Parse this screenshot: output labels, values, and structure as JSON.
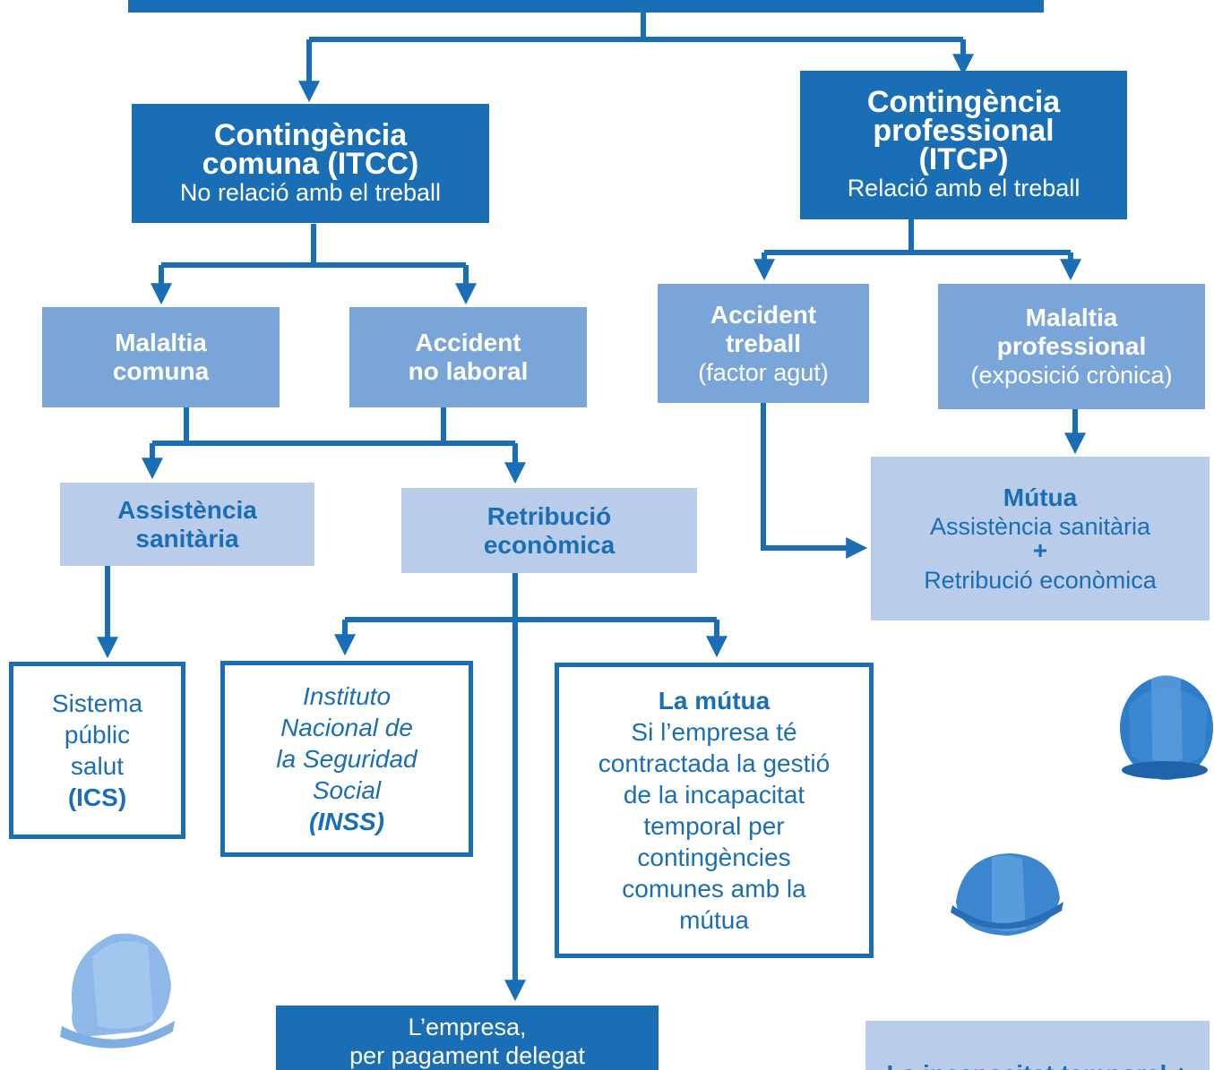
{
  "colors": {
    "primary": "#1a6eb5",
    "mid": "#3f86c8",
    "light": "#7aa5d8",
    "pale": "#b9cdea"
  },
  "nodes": {
    "itcc": {
      "title_1": "Contingència",
      "title_2": "comuna (ITCC)",
      "subtitle": "No relació amb el treball"
    },
    "itcp": {
      "title_1": "Contingència",
      "title_2": "professional",
      "title_3": "(ITCP)",
      "subtitle": "Relació amb el treball"
    },
    "malaltia_comuna": {
      "line_1": "Malaltia",
      "line_2": "comuna"
    },
    "accident_no_laboral": {
      "line_1": "Accident",
      "line_2": "no laboral"
    },
    "accident_treball": {
      "line_1": "Accident",
      "line_2": "treball",
      "note": "(factor agut)"
    },
    "malaltia_professional": {
      "line_1": "Malaltia",
      "line_2": "professional",
      "note": "(exposició crònica)"
    },
    "assistencia": {
      "line_1": "Assistència",
      "line_2": "sanitària"
    },
    "retribucio": {
      "line_1": "Retribució",
      "line_2": "econòmica"
    },
    "mutua_box": {
      "title": "Mútua",
      "line_1": "Assistència sanitària",
      "plus": "+",
      "line_2": "Retribució econòmica"
    },
    "ics": {
      "line_1": "Sistema",
      "line_2": "públic",
      "line_3": "salut",
      "bold": "(ICS)"
    },
    "inss": {
      "line_1": "Instituto",
      "line_2": "Nacional de",
      "line_3": "la Seguridad",
      "line_4": "Social",
      "bold": "(INSS)"
    },
    "la_mutua": {
      "title": "La mútua",
      "lines": [
        "Si l’empresa té",
        "contractada la gestió",
        "de la incapacitat",
        "temporal per",
        "contingències",
        "comunes amb la",
        "mútua"
      ]
    },
    "empresa": {
      "line_1": "L’empresa,",
      "line_2": "per pagament delegat"
    },
    "bottom_note": {
      "text": "La incapacitat temporal +"
    }
  },
  "illustrations": [
    "helmet-icon",
    "helmet-icon",
    "helmet-icon"
  ]
}
